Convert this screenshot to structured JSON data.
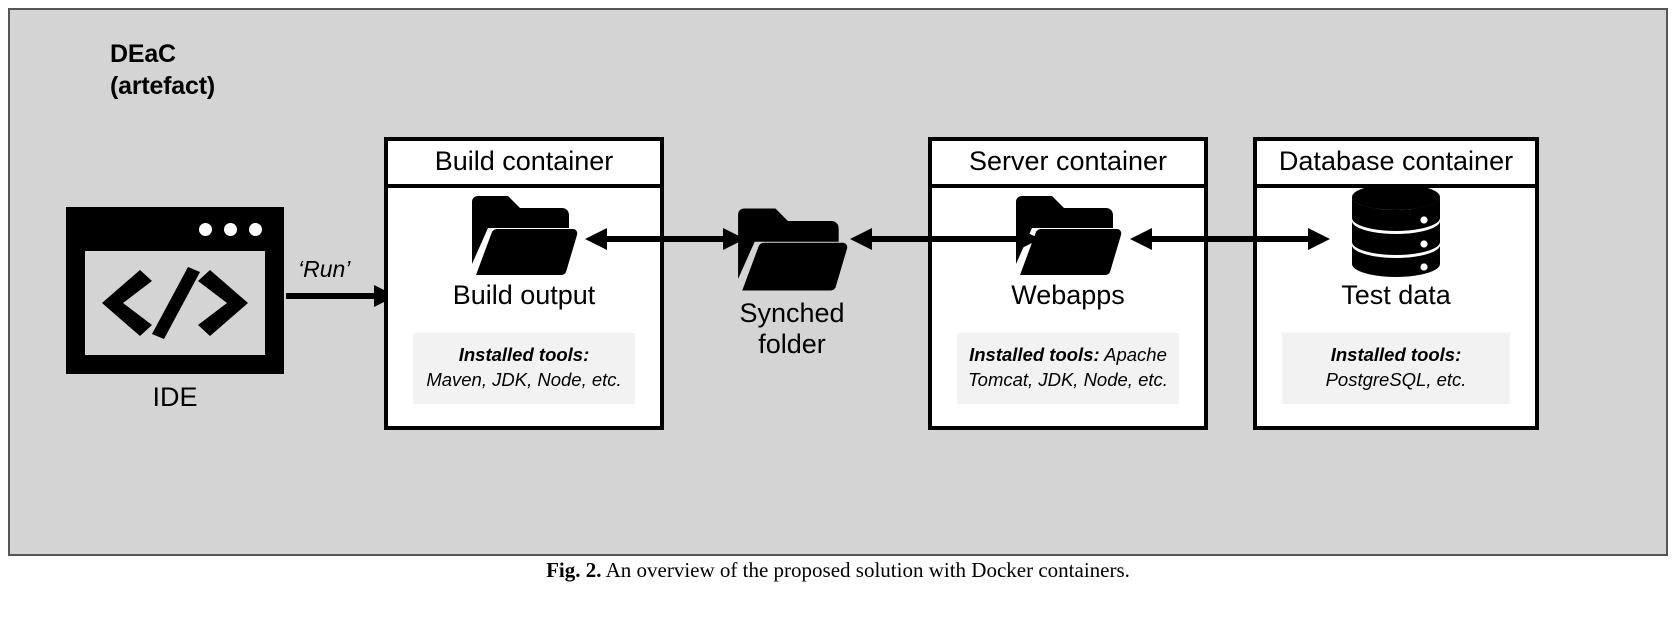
{
  "figure": {
    "group_title_line1": "DEaC",
    "group_title_line2": "(artefact)",
    "caption_prefix": "Fig. 2.",
    "caption_text": "An overview of the proposed solution with Docker containers.",
    "panel_bg": "#d4d4d4",
    "box_bg": "#ffffff",
    "tools_bg": "#f2f2f2",
    "stroke": "#000000"
  },
  "ide": {
    "label": "IDE",
    "icon": "code-window-icon",
    "dot_count": 3
  },
  "run_edge": {
    "label": "‘Run’",
    "icon": "arrow-right-icon"
  },
  "containers": [
    {
      "id": "build",
      "header": "Build container",
      "node_icon": "folder-icon",
      "node_label": "Build output",
      "tools_title": "Installed tools:",
      "tools_list": "Maven, JDK, Node, etc.",
      "tools_inline": false
    },
    {
      "id": "server",
      "header": "Server container",
      "node_icon": "folder-icon",
      "node_label": "Webapps",
      "tools_title": "Installed tools:",
      "tools_list": "Apache Tomcat, JDK, Node, etc.",
      "tools_inline": true
    },
    {
      "id": "database",
      "header": "Database container",
      "node_icon": "database-cylinder-icon",
      "node_label": "Test data",
      "tools_title": "Installed tools:",
      "tools_list": "PostgreSQL, etc.",
      "tools_inline": false
    }
  ],
  "synched": {
    "icon": "folder-icon",
    "label_line1": "Synched",
    "label_line2": "folder"
  },
  "connectors": [
    {
      "id": "build-to-synched",
      "icon": "double-arrow-icon"
    },
    {
      "id": "synched-to-server",
      "icon": "double-arrow-icon"
    },
    {
      "id": "server-to-database",
      "icon": "double-arrow-icon"
    }
  ]
}
